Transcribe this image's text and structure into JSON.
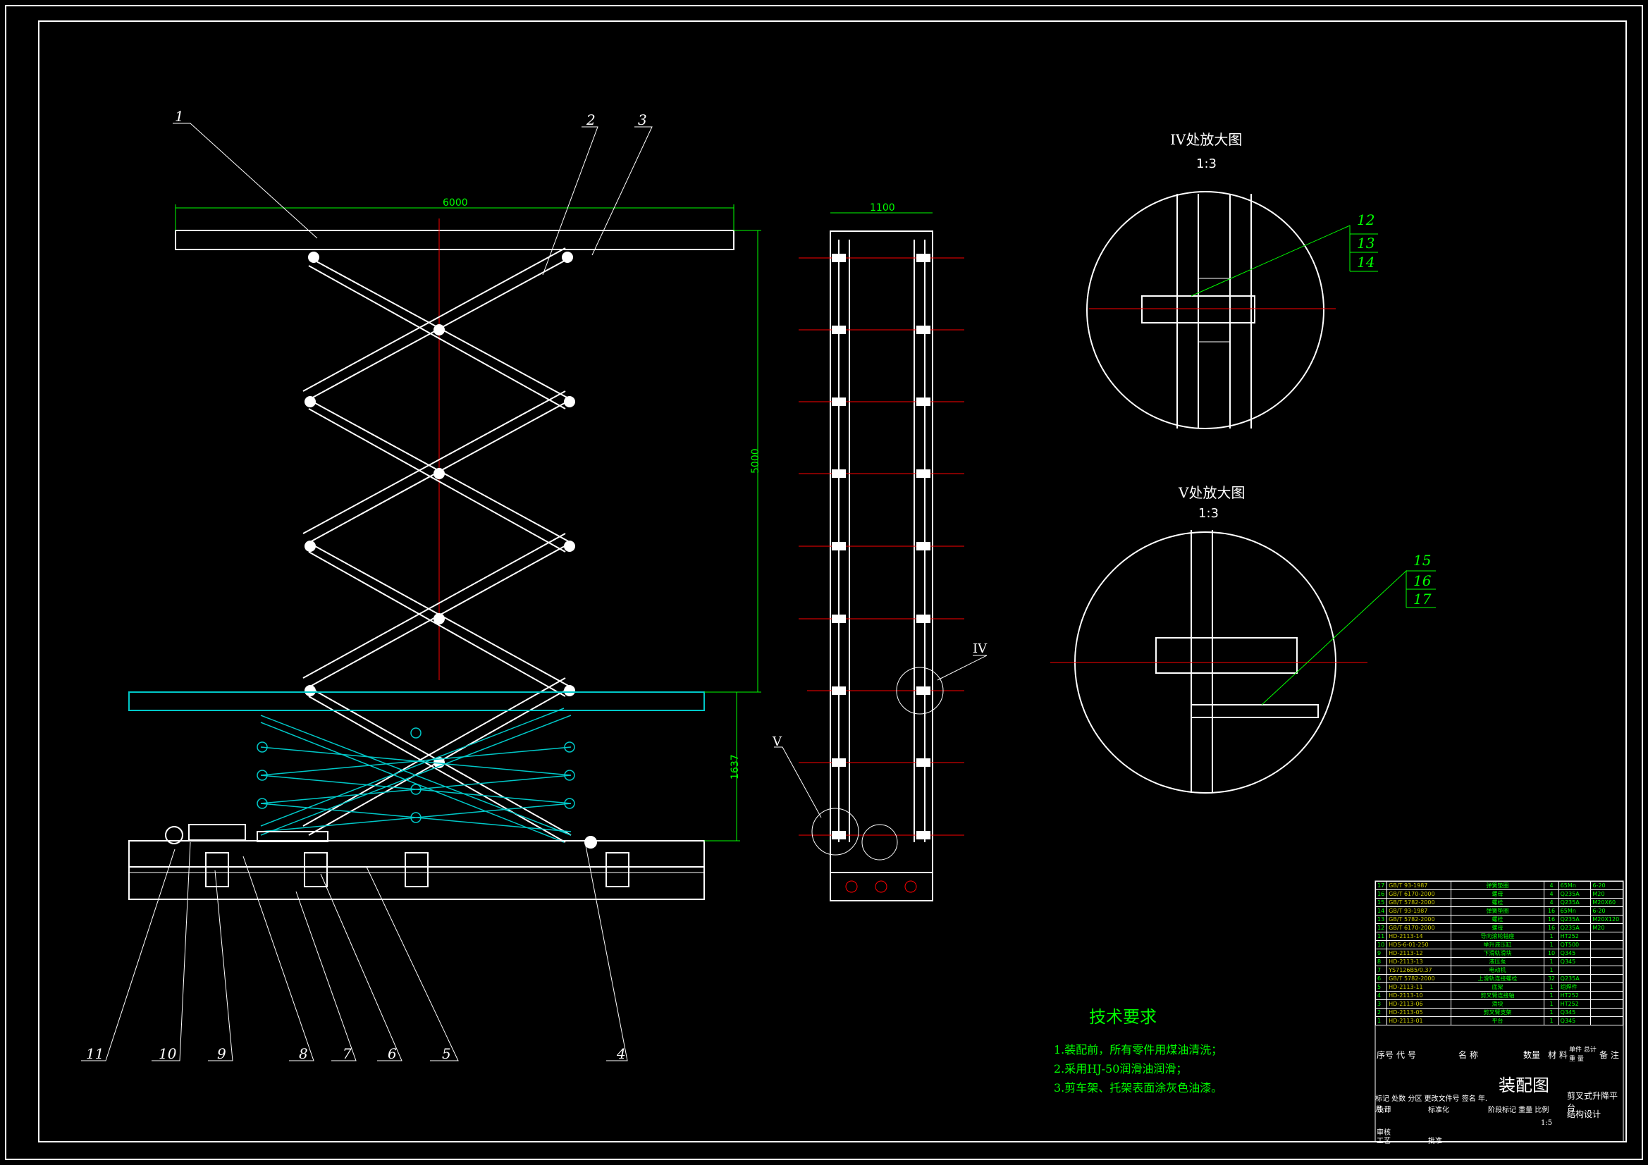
{
  "labels": {
    "parts_callouts": [
      "1",
      "2",
      "3",
      "4",
      "5",
      "6",
      "7",
      "8",
      "9",
      "10",
      "11"
    ],
    "detail_callouts_iv": [
      "12",
      "13",
      "14"
    ],
    "detail_callouts_v": [
      "15",
      "16",
      "17"
    ],
    "view_marks": {
      "iv": "IV",
      "v": "V"
    }
  },
  "dimensions": {
    "platform_width": "6000",
    "lift_height": "5000",
    "base_height": "1637",
    "side_width": "1100"
  },
  "details": {
    "iv_title": "IV处放大图",
    "iv_scale": "1:3",
    "v_title": "V处放大图",
    "v_scale": "1:3"
  },
  "tech_requirements": {
    "heading": "技术要求",
    "items": [
      "1.装配前，所有零件用煤油清洗；",
      "2.采用HJ-50润滑油润滑；",
      "3.剪车架、托架表面涂灰色油漆。"
    ]
  },
  "bom_rows": [
    {
      "no": "17",
      "code": "GB/T 93-1987",
      "name": "弹簧垫圈",
      "qty": "4",
      "mat": "65Mn",
      "note": "6-20"
    },
    {
      "no": "16",
      "code": "GB/T 6170-2000",
      "name": "螺母",
      "qty": "4",
      "mat": "Q235A",
      "note": "M20"
    },
    {
      "no": "15",
      "code": "GB/T 5782-2000",
      "name": "螺栓",
      "qty": "4",
      "mat": "Q235A",
      "note": "M20X60"
    },
    {
      "no": "14",
      "code": "GB/T 93-1987",
      "name": "弹簧垫圈",
      "qty": "16",
      "mat": "65Mn",
      "note": "6-20"
    },
    {
      "no": "13",
      "code": "GB/T 5782-2000",
      "name": "螺栓",
      "qty": "16",
      "mat": "Q235A",
      "note": "M20X120"
    },
    {
      "no": "12",
      "code": "GB/T 6170-2000",
      "name": "螺母",
      "qty": "16",
      "mat": "Q235A",
      "note": "M20"
    },
    {
      "no": "11",
      "code": "HD-2113-14",
      "name": "导向滚轮轴座",
      "qty": "1",
      "mat": "HT252",
      "note": ""
    },
    {
      "no": "10",
      "code": "HDS-6-01-250",
      "name": "举升液压缸",
      "qty": "1",
      "mat": "QT500",
      "note": ""
    },
    {
      "no": "9",
      "code": "HD-2113-12",
      "name": "下滑轨滑块",
      "qty": "10",
      "mat": "Q345",
      "note": ""
    },
    {
      "no": "8",
      "code": "HD-2113-13",
      "name": "液压泵",
      "qty": "1",
      "mat": "Q345",
      "note": ""
    },
    {
      "no": "7",
      "code": "YS7126B5/0.37",
      "name": "电动机",
      "qty": "1",
      "mat": "",
      "note": ""
    },
    {
      "no": "6",
      "code": "GB/T 5782-2000",
      "name": "上滑轨连接螺栓",
      "qty": "32",
      "mat": "Q235A",
      "note": ""
    },
    {
      "no": "5",
      "code": "HD-2113-11",
      "name": "底架",
      "qty": "1",
      "mat": "组焊件",
      "note": ""
    },
    {
      "no": "4",
      "code": "HD-2113-10",
      "name": "剪叉臂连接轴",
      "qty": "1",
      "mat": "HT252",
      "note": ""
    },
    {
      "no": "3",
      "code": "HD-2113-06",
      "name": "滑块",
      "qty": "1",
      "mat": "HT252",
      "note": ""
    },
    {
      "no": "2",
      "code": "HD-2113-05",
      "name": "剪叉臂支架",
      "qty": "1",
      "mat": "Q345",
      "note": ""
    },
    {
      "no": "1",
      "code": "HD-2113-01",
      "name": "平台",
      "qty": "1",
      "mat": "Q345",
      "note": ""
    }
  ],
  "bom_header": {
    "no": "序号",
    "code": "代 号",
    "name": "名 称",
    "qty": "数量",
    "mat": "材 料",
    "weight": "单件 总计 重 量",
    "note": "备 注"
  },
  "title_block": {
    "drawing_name": "装配图",
    "project": "剪叉式升降平台",
    "sub": "结构设计",
    "row_design": "设计",
    "row_check": "审核",
    "row_process": "工艺",
    "row_mark": "标记 处数 分区 更改文件号 签名 年.月.日",
    "row_stage": "阶段标记 重量 比例",
    "scale": "1:5",
    "standard": "标准化",
    "approve": "批准"
  },
  "colors": {
    "frame": "#ffffff",
    "dim": "#00ff00",
    "center": "#ff0000",
    "hidden": "#00c8c8"
  }
}
